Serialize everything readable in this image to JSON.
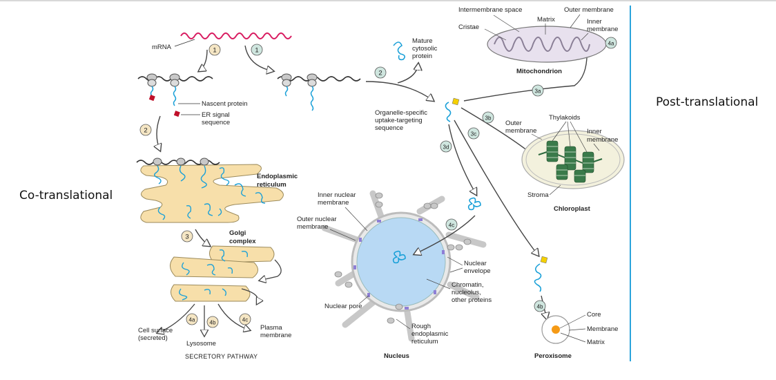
{
  "side_labels": {
    "co": "Co-translational",
    "post": "Post-translational"
  },
  "labels": {
    "mrna": "mRNA",
    "nascent": "Nascent protein",
    "er_signal_1": "ER signal",
    "er_signal_2": "sequence",
    "er_1": "Endoplasmic",
    "er_2": "reticulum",
    "golgi_1": "Golgi",
    "golgi_2": "complex",
    "cell_surface_1": "Cell surface",
    "cell_surface_2": "(secreted)",
    "lysosome": "Lysosome",
    "plasma_1": "Plasma",
    "plasma_2": "membrane",
    "secretory": "SECRETORY PATHWAY",
    "mature_1": "Mature",
    "mature_2": "cytosolic",
    "mature_3": "protein",
    "organelle_1": "Organelle-specific",
    "organelle_2": "uptake-targeting",
    "organelle_3": "sequence",
    "inner_nuc_1": "Inner nuclear",
    "inner_nuc_2": "membrane",
    "outer_nuc_1": "Outer nuclear",
    "outer_nuc_2": "membrane",
    "nuc_env_1": "Nuclear",
    "nuc_env_2": "envelope",
    "chromatin_1": "Chromatin,",
    "chromatin_2": "nucleolus,",
    "chromatin_3": "other proteins",
    "nuclear_pore": "Nuclear pore",
    "rough_1": "Rough",
    "rough_2": "endoplasmic",
    "rough_3": "reticulum",
    "nucleus": "Nucleus",
    "intermembrane": "Intermembrane space",
    "outer_membrane": "Outer membrane",
    "matrix": "Matrix",
    "cristae": "Cristae",
    "inner_1": "Inner",
    "inner_2": "membrane",
    "mitochondrion": "Mitochondrion",
    "thylakoids": "Thylakoids",
    "chl_outer_1": "Outer",
    "chl_outer_2": "membrane",
    "chl_inner_1": "Inner",
    "chl_inner_2": "membrane",
    "stroma": "Stroma",
    "chloroplast": "Chloroplast",
    "core": "Core",
    "perox_membrane": "Membrane",
    "perox_matrix": "Matrix",
    "peroxisome": "Peroxisome"
  },
  "steps": {
    "s1a": "1",
    "s1b": "1",
    "s2a": "2",
    "s2b": "2",
    "s3": "3",
    "s4a": "4a",
    "s4b": "4b",
    "s4c": "4c",
    "s3a": "3a",
    "s3b": "3b",
    "s3c": "3c",
    "s3d": "3d",
    "m4a": "4a",
    "n4c": "4c",
    "p4b": "4b"
  },
  "colors": {
    "protein": "#1aa0d8",
    "mrna": "#d81b60",
    "er_fill": "#f7dfaa",
    "nucleus_fill": "#b8d9f4",
    "mito_fill": "#e8e1ee",
    "thylakoid": "#3a7a4a",
    "signal_red": "#c0102a",
    "signal_yellow": "#f5d000",
    "step_co": "#f5e6c4",
    "step_post": "#cfe6df",
    "divider": "#29a3dc"
  }
}
